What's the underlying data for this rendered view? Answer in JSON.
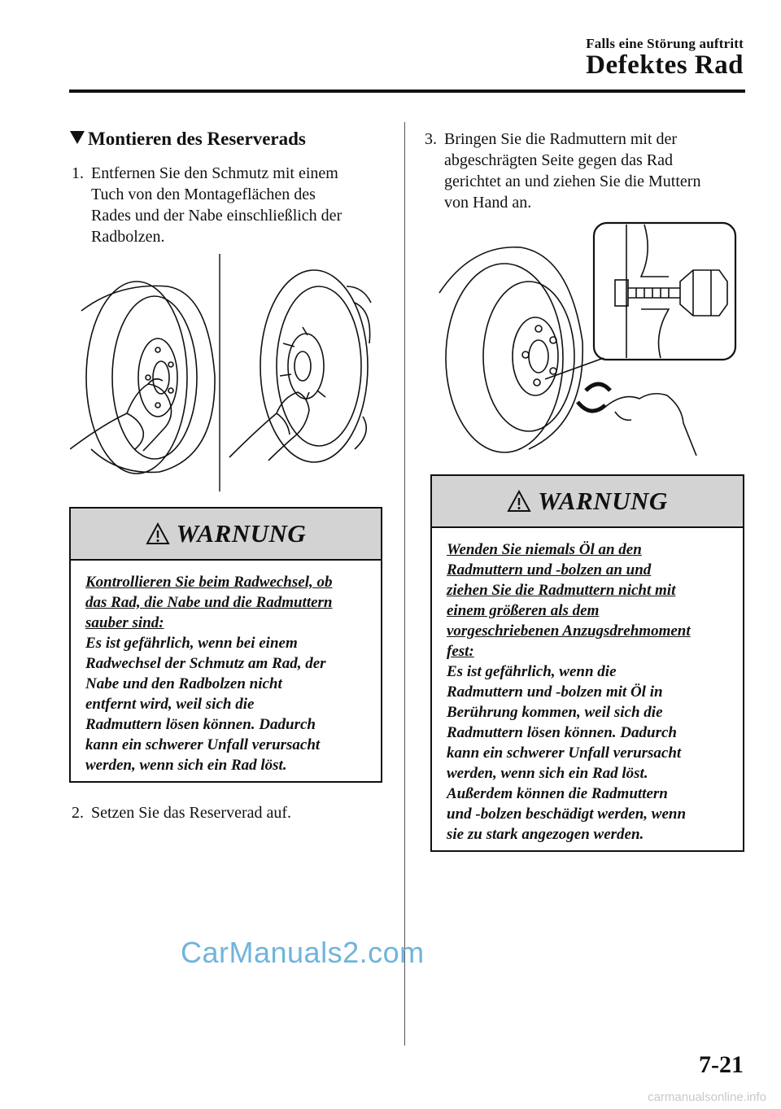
{
  "header": {
    "chapter": "Falls eine Störung auftritt",
    "title": "Defektes Rad"
  },
  "section": {
    "title": "Montieren des Reserverads"
  },
  "steps": [
    {
      "number": "1.",
      "text": "Entfernen Sie den Schmutz mit einem\nTuch von den Montageflächen des\nRades und der Nabe einschließlich der\nRadbolzen."
    },
    {
      "number": "2.",
      "text": "Setzen Sie das Reserverad auf."
    },
    {
      "number": "3.",
      "text": "Bringen Sie die Radmuttern mit der\nabgeschrägten Seite gegen das Rad\ngerichtet an und ziehen Sie die Muttern\nvon Hand an."
    }
  ],
  "warnings": [
    {
      "title": "WARNUNG",
      "underlined": "Kontrollieren Sie beim Radwechsel, ob\ndas Rad, die Nabe und die Radmuttern\nsauber sind:",
      "body": "Es ist gefährlich, wenn bei einem\nRadwechsel der Schmutz am Rad, der\nNabe und den Radbolzen nicht\nentfernt wird, weil sich die\nRadmuttern lösen können. Dadurch\nkann ein schwerer Unfall verursacht\nwerden, wenn sich ein Rad löst."
    },
    {
      "title": "WARNUNG",
      "underlined": "Wenden Sie niemals Öl an den\nRadmuttern und -bolzen an und\nziehen Sie die Radmuttern nicht mit\neinem größeren als dem\nvorgeschriebenen Anzugsdrehmoment\nfest:",
      "body": "Es ist gefährlich, wenn die\nRadmuttern und -bolzen mit Öl in\nBerührung kommen, weil sich die\nRadmuttern lösen können. Dadurch\nkann ein schwerer Unfall verursacht\nwerden, wenn sich ein Rad löst.\nAußerdem können die Radmuttern\nund -bolzen beschädigt werden, wenn\nsie zu stark angezogen werden."
    }
  ],
  "watermark": "CarManuals2.com",
  "page_number": "7-21",
  "footer_site": "carmanualsonline.info"
}
